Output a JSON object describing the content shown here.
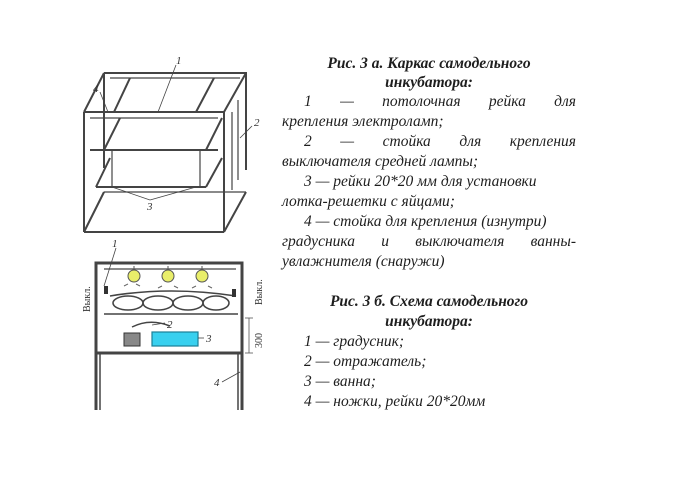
{
  "fig_a": {
    "title_1": "Рис. 3 а. Каркас самодельного",
    "title_2": "инкубатора:",
    "items": [
      "1 — потолочная рейка для",
      "крепления электроламп;",
      "2 — стойка для крепления",
      "выключателя средней лампы;",
      "3 — рейки 20*20 мм для установки",
      "лотка-решетки с яйцами;",
      "4 — стойка для крепления (изнутри)",
      "градусника и выключателя ванны-",
      "увлажнителя (снаружи)"
    ],
    "callouts": [
      "1",
      "2",
      "3",
      "4"
    ]
  },
  "fig_b": {
    "title_1": "Рис. 3 б. Схема самодельного",
    "title_2": "инкубатора:",
    "items": [
      "1 — градусник;",
      "2 — отражатель;",
      "3 — ванна;",
      "4 — ножки, рейки 20*20мм"
    ],
    "callouts": [
      "1",
      "2",
      "3",
      "4"
    ],
    "switch_left": "Выкл.",
    "switch_right": "Выкл.",
    "dimension": "300"
  }
}
